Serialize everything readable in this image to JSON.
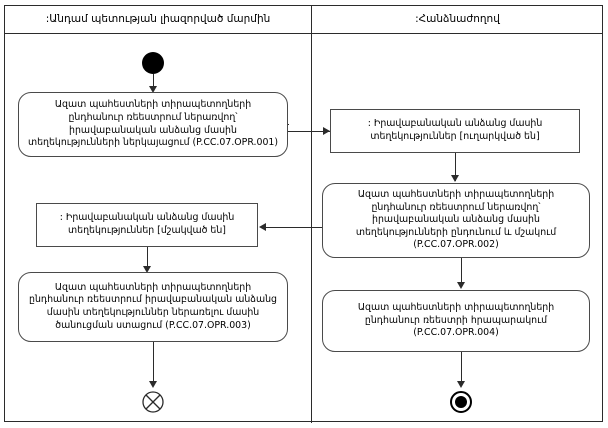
{
  "diagram": {
    "type": "uml-activity-diagram",
    "lanes": [
      {
        "id": "left",
        "title": ":Անդամ պետության լիազորված մարմին"
      },
      {
        "id": "right",
        "title": ":Հանձնաժողով"
      }
    ],
    "nodes": {
      "start": {
        "kind": "initial-node",
        "lane": "left"
      },
      "left_action_1": {
        "kind": "action",
        "lane": "left",
        "text": "Ազատ պահեստների տիրապետողների ընդհանուր ռեեստրում ներառվող՝ իրավաբանական անձանց մասին տեղեկությունների ներկայացում (P.CC.07.OPR.001)"
      },
      "right_object_1": {
        "kind": "object-node",
        "lane": "right",
        "text": ": Իրավաբանական անձանց մասին տեղեկություններ [ուղարկված են]"
      },
      "right_action_1": {
        "kind": "action",
        "lane": "right",
        "text": "Ազատ պահեստների տիրապետողների ընդհանուր ռեեստրում ներառվող՝ իրավաբանական անձանց մասին տեղեկությունների ընդունում և մշակում (P.CC.07.OPR.002)"
      },
      "left_object_1": {
        "kind": "object-node",
        "lane": "left",
        "text": ": Իրավաբանական անձանց մասին տեղեկություններ [մշակված են]"
      },
      "left_action_2": {
        "kind": "action",
        "lane": "left",
        "text": "Ազատ պահեստների տիրապետողների ընդհանուր ռեեստրում իրավաբանական անձանց մասին տեղեկություններ ներառելու մասին ծանուցման ստացում (P.CC.07.OPR.003)"
      },
      "right_action_2": {
        "kind": "action",
        "lane": "right",
        "text": "Ազատ պահեստների տիրապետողների ընդհանուր ռեեստրի հրապարակում (P.CC.07.OPR.004)"
      },
      "left_end": {
        "kind": "flow-final-node",
        "lane": "left"
      },
      "right_end": {
        "kind": "activity-final-node",
        "lane": "right"
      }
    },
    "colors": {
      "stroke": "#2b2b2b",
      "node_border": "#4a4a4a",
      "background": "#ffffff",
      "text": "#000000"
    }
  }
}
